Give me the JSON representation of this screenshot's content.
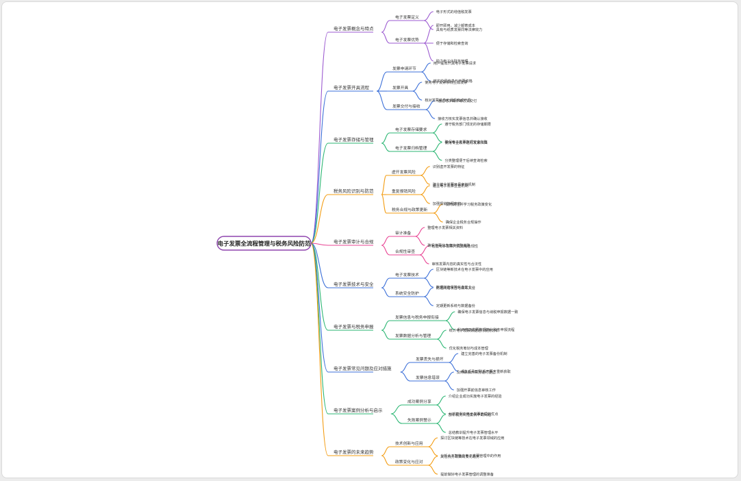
{
  "root": "电子发票全流程管理与税务风险防范",
  "colors": {
    "root_border": "#8e44ad",
    "branches": [
      "#9b59d0",
      "#3b6fd8",
      "#2bb673",
      "#f39c12",
      "#e84393",
      "#3b6fd8",
      "#2bb673",
      "#3b6fd8",
      "#2bb673",
      "#f39c12"
    ]
  },
  "branches": [
    {
      "label": "电子发票概念与特点",
      "children": [
        {
          "label": "电子发票定义",
          "children": [
            "电子形式的增值税发票",
            "具有与纸质发票同等法律效力"
          ]
        },
        {
          "label": "电子发票优势",
          "children": [
            "即开即用，减少邮寄成本",
            "便于存储和检索查询",
            "助力电子化财务管理"
          ]
        }
      ]
    },
    {
      "label": "电子发票开具流程",
      "children": [
        {
          "label": "发票申请环节",
          "children": [
            "用户提出开具电子发票请求",
            "核实交易信息与开票资格"
          ]
        },
        {
          "label": "发票开具",
          "children": [
            "使用电子发票系统生成发票",
            "核对发票信息无误后完成开具"
          ]
        },
        {
          "label": "发票交付与接收",
          "children": [
            "通过电子邮件等方式交付",
            "接收方核实发票信息并确认接收"
          ]
        }
      ]
    },
    {
      "label": "电子发票存储与管理",
      "children": [
        {
          "label": "电子发票存储要求",
          "children": [
            "遵守税务部门规定的存储期限",
            "确保电子发票数据安全完整"
          ]
        },
        {
          "label": "电子发票归档管理",
          "children": [
            "使用专业软件进行发票归档",
            "分类整理便于后续查询检索"
          ]
        }
      ]
    },
    {
      "label": "税务风险识别与防范",
      "children": [
        {
          "label": "虚开发票风险",
          "children": [
            "识别虚开发票的特征",
            "建立健全发票开具审核机制"
          ]
        },
        {
          "label": "重复报销风险",
          "children": [
            "建立电子发票查重机制",
            "加强报销流程审核"
          ]
        },
        {
          "label": "税务合规与政策更新",
          "children": [
            "及时关注并学习税务政策变化",
            "确保企业税务合规操作"
          ]
        }
      ]
    },
    {
      "label": "电子发票审计与合规",
      "children": [
        {
          "label": "审计准备",
          "children": [
            "整理电子发票相关资料",
            "确保发票信息真实完整准确"
          ]
        },
        {
          "label": "合规性审查",
          "children": [
            "检查电子发票开具流程合规性",
            "审核发票内容的真实性与合法性"
          ]
        }
      ]
    },
    {
      "label": "电子发票技术与安全",
      "children": [
        {
          "label": "电子发票技术",
          "children": [
            "区块链等新技术在电子发票中的应用",
            "数据加密保障信息安全"
          ]
        },
        {
          "label": "系统安全防护",
          "children": [
            "防范网络攻击与病毒入侵",
            "定期更新系统与数据备份"
          ]
        }
      ]
    },
    {
      "label": "电子发票与税务申报",
      "children": [
        {
          "label": "发票信息与税务申报衔接",
          "children": [
            "确保电子发票信息与纳税申报数据一致",
            "利用电子发票数据简化税务申报流程"
          ]
        },
        {
          "label": "发票数据分析与管理",
          "children": [
            "统计电子发票数据进行税务分析",
            "优化税务筹划与成本管理"
          ]
        }
      ]
    },
    {
      "label": "电子发票常见问题及应对措施",
      "children": [
        {
          "label": "发票丢失与损坏",
          "children": [
            "建立完善的电子发票备份机制",
            "丢失后及时联系开票方重新获取"
          ]
        },
        {
          "label": "发票信息错误",
          "children": [
            "及时联系开票方进行更正",
            "加强开票前信息审核工作"
          ]
        }
      ]
    },
    {
      "label": "电子发票案例分析与启示",
      "children": [
        {
          "label": "成功案例分享",
          "children": [
            "介绍企业成功实施电子发票的经验",
            "分析案例中电子发票管理的优点"
          ]
        },
        {
          "label": "失败案例警示",
          "children": [
            "剖析税务风险案例中的问题",
            "总结教训提升电子发票管理水平"
          ]
        }
      ]
    },
    {
      "label": "电子发票的未来趋势",
      "children": [
        {
          "label": "技术创新与应用",
          "children": [
            "探讨区块链等技术在电子发票领域的应用",
            "分析人工智能在电子发票管理中的作用"
          ]
        },
        {
          "label": "政策变化与应对",
          "children": [
            "关注税务政策的变化趋势",
            "提前做好电子发票管理的调整准备"
          ]
        }
      ]
    }
  ]
}
